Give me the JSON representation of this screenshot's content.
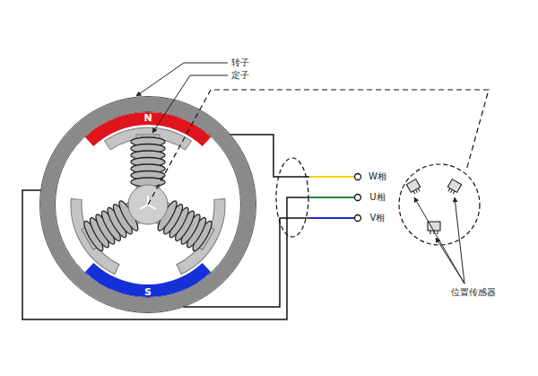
{
  "diagram": {
    "labels": [
      "转子",
      "定子",
      "N",
      "S",
      "W相",
      "U相",
      "V相",
      "位置传感器"
    ]
  }
}
